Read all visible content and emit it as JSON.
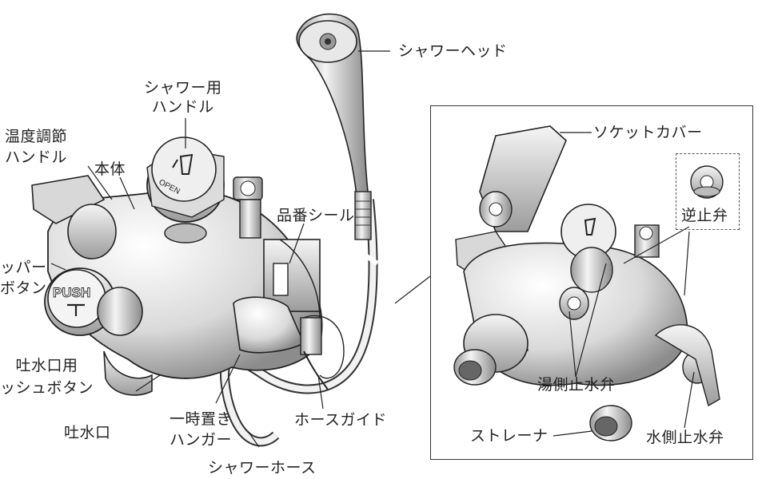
{
  "labels": {
    "shower_head": "シャワーヘッド",
    "shower_handle": "シャワー用\nハンドル",
    "temp_handle": "温度調節\nハンドル",
    "body": "本体",
    "stopper_button": "ッパー\nボタン",
    "spout_push_button": "吐水口用\nッシュボタン",
    "spout": "吐水口",
    "temp_hanger": "一時置き\nハンガー",
    "shower_hose": "シャワーホース",
    "hose_guide": "ホースガイド",
    "part_seal": "品番シール",
    "socket_cover": "ソケットカバー",
    "check_valve": "逆止弁",
    "hot_stop_valve": "湯側止水弁",
    "strainer": "ストレーナ",
    "cold_stop_valve": "水側止水弁"
  },
  "device_text": {
    "push": "PUSH",
    "open": "OPEN"
  }
}
